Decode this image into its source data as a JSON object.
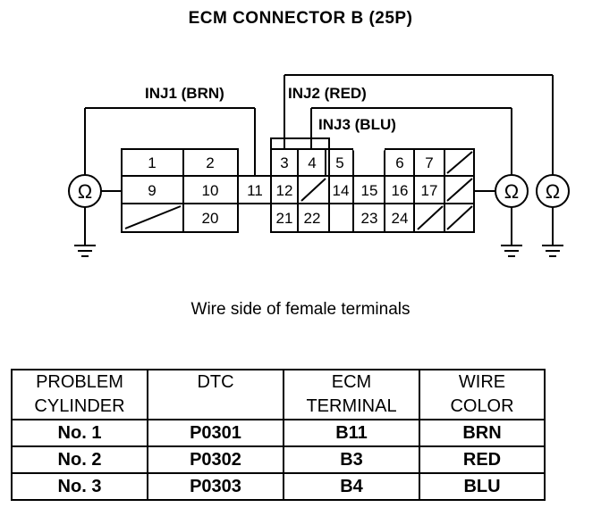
{
  "title": "ECM CONNECTOR B (25P)",
  "subtitle": "Wire side of female terminals",
  "wire_labels": {
    "inj1": "INJ1 (BRN)",
    "inj2": "INJ2 (RED)",
    "inj3": "INJ3 (BLU)"
  },
  "meter_symbol": "Ω",
  "connector": {
    "row1": [
      "1",
      "2",
      "3",
      "4",
      "5",
      "6",
      "7"
    ],
    "row2": [
      "9",
      "10",
      "11",
      "12",
      "14",
      "15",
      "16",
      "17"
    ],
    "row3": [
      "20",
      "21",
      "22",
      "23",
      "24"
    ]
  },
  "table": {
    "headers": [
      [
        "PROBLEM",
        "CYLINDER"
      ],
      [
        "DTC",
        ""
      ],
      [
        "ECM",
        "TERMINAL"
      ],
      [
        "WIRE",
        "COLOR"
      ]
    ],
    "rows": [
      [
        "No. 1",
        "P0301",
        "B11",
        "BRN"
      ],
      [
        "No. 2",
        "P0302",
        "B3",
        "RED"
      ],
      [
        "No. 3",
        "P0303",
        "B4",
        "BLU"
      ]
    ]
  }
}
